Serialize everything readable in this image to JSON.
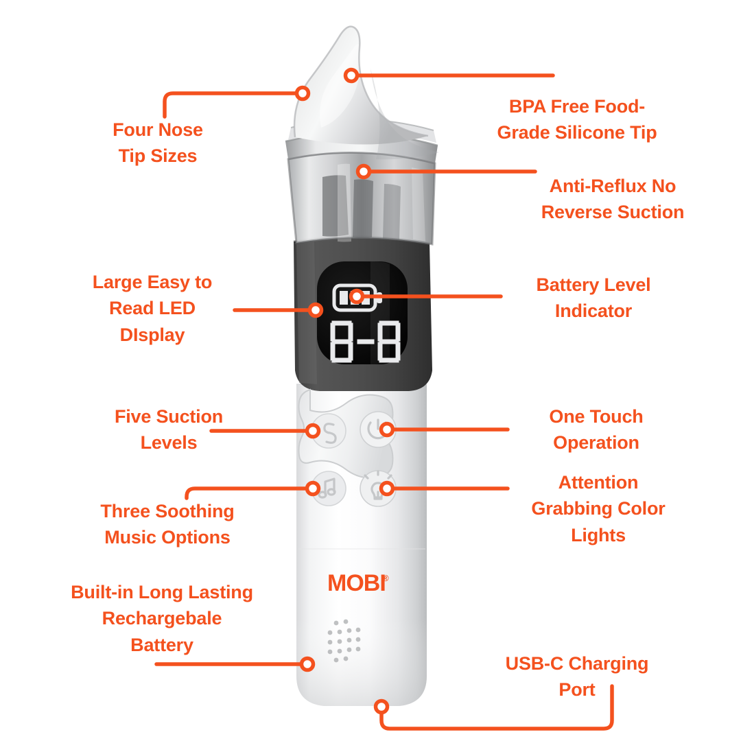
{
  "meta": {
    "theme_color": "#F4511E",
    "background_color": "#FFFFFF",
    "product_name": "MOBI Nasal Aspirator"
  },
  "product": {
    "brand_logo_text": "MOBI",
    "brand_logo_mark": "®",
    "display": {
      "battery_icon": "battery-three-bars-icon",
      "battery_bars_filled": 3,
      "battery_bars_total": 3,
      "digits": "8-8"
    },
    "buttons": [
      {
        "id": "suction",
        "glyph": "S",
        "icon": "suction-level-icon"
      },
      {
        "id": "power",
        "glyph": "⏻",
        "icon": "power-icon"
      },
      {
        "id": "music",
        "glyph": "♪",
        "icon": "music-note-icon"
      },
      {
        "id": "light",
        "glyph": "☀",
        "icon": "light-bulb-icon"
      }
    ],
    "speaker_grille": "speaker-grille"
  },
  "callouts": [
    {
      "id": "four-nose-tip-sizes",
      "text": "Four Nose\nTip Sizes",
      "side": "left"
    },
    {
      "id": "bpa-free-silicone-tip",
      "text": "BPA Free Food-\nGrade Silicone Tip",
      "side": "right"
    },
    {
      "id": "anti-reflux-no-reverse",
      "text": "Anti-Reflux No\nReverse Suction",
      "side": "right"
    },
    {
      "id": "large-easy-read-led-display",
      "text": "Large Easy to\nRead LED\nDIsplay",
      "side": "left"
    },
    {
      "id": "battery-level-indicator",
      "text": "Battery Level\nIndicator",
      "side": "right"
    },
    {
      "id": "five-suction-levels",
      "text": "Five Suction\nLevels",
      "side": "left"
    },
    {
      "id": "one-touch-operation",
      "text": "One Touch\nOperation",
      "side": "right"
    },
    {
      "id": "three-soothing-music",
      "text": "Three Soothing\nMusic Options",
      "side": "left"
    },
    {
      "id": "attention-grabbing-lights",
      "text": "Attention\nGrabbing Color\nLights",
      "side": "right"
    },
    {
      "id": "builtin-rechargeable-battery",
      "text": "Built-in Long Lasting\nRechargebale\nBattery",
      "side": "left"
    },
    {
      "id": "usb-c-charging-port",
      "text": "USB-C Charging\nPort",
      "side": "right"
    }
  ]
}
